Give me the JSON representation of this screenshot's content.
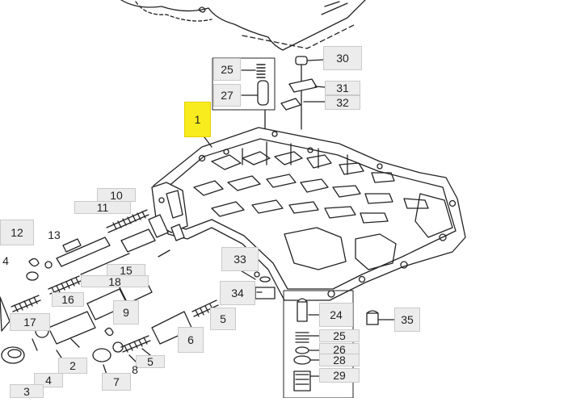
{
  "diagram": {
    "highlight_color": "#f8ec1f",
    "callout_fill": "#ececec",
    "line_color": "#222222",
    "callouts": {
      "c1": "1",
      "c2": "2",
      "c3": "3",
      "c4a": "4",
      "c4b": "4",
      "c5a": "5",
      "c5b": "5",
      "c6": "6",
      "c7": "7",
      "c8": "8",
      "c9": "9",
      "c10": "10",
      "c11": "11",
      "c12": "12",
      "c13": "13",
      "c15": "15",
      "c16": "16",
      "c17": "17",
      "c18": "18",
      "c24": "24",
      "c25a": "25",
      "c25b": "25",
      "c26": "26",
      "c27": "27",
      "c28": "28",
      "c29": "29",
      "c30": "30",
      "c31": "31",
      "c32": "32",
      "c33": "33",
      "c34": "34",
      "c35": "35"
    }
  }
}
